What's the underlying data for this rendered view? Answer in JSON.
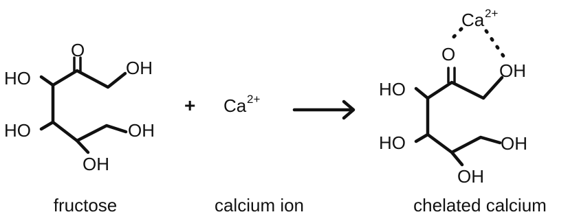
{
  "reactant_1": {
    "caption": "fructose",
    "carbonyl_O": "O",
    "hydroxyls": [
      "HO",
      "OH",
      "HO",
      "OH",
      "OH"
    ]
  },
  "plus_sign": "+",
  "reactant_2": {
    "caption": "calcium ion",
    "symbol": "Ca",
    "charge": "2+"
  },
  "arrow": "reaction-arrow",
  "product": {
    "caption": "chelated calcium",
    "symbol": "Ca",
    "charge": "2+",
    "carbonyl_O": "O",
    "hydroxyls": [
      "OH",
      "HO",
      "HO",
      "OH",
      "OH"
    ]
  }
}
